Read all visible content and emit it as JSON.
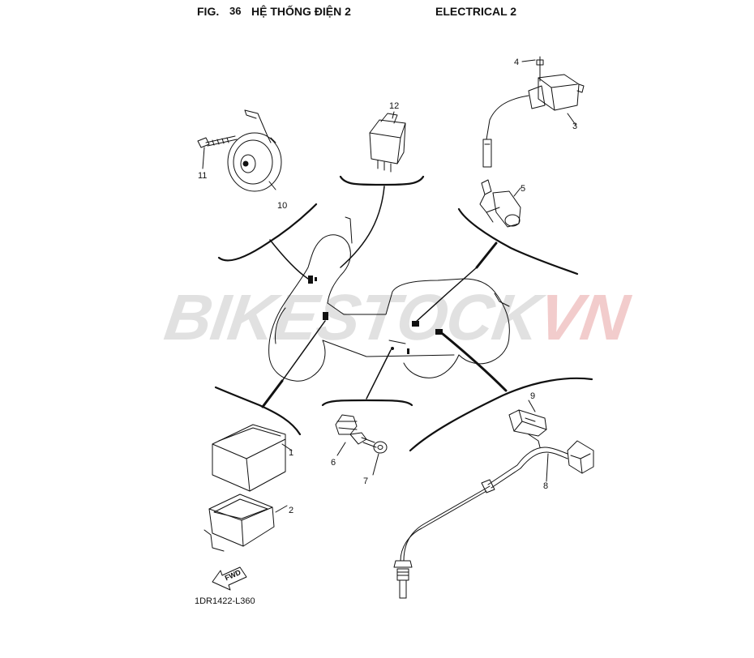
{
  "header": {
    "fig_label": "FIG.",
    "fig_number": "36",
    "title_vn": "HỆ THỐNG ĐIỆN 2",
    "title_en": "ELECTRICAL 2"
  },
  "watermark": {
    "part1": "BIKESTOCK",
    "part2": "VN"
  },
  "drawing_code": "1DR1422-L360",
  "forward_arrow": {
    "label": "FWD"
  },
  "part_labels": {
    "p1": "1",
    "p2": "2",
    "p3": "3",
    "p4": "4",
    "p5": "5",
    "p6": "6",
    "p7": "7",
    "p8": "8",
    "p9": "9",
    "p10": "10",
    "p11": "11",
    "p12": "12"
  },
  "colors": {
    "line": "#111111",
    "watermark_gray": "#c9c9c9",
    "watermark_red": "#e9a3a3"
  }
}
